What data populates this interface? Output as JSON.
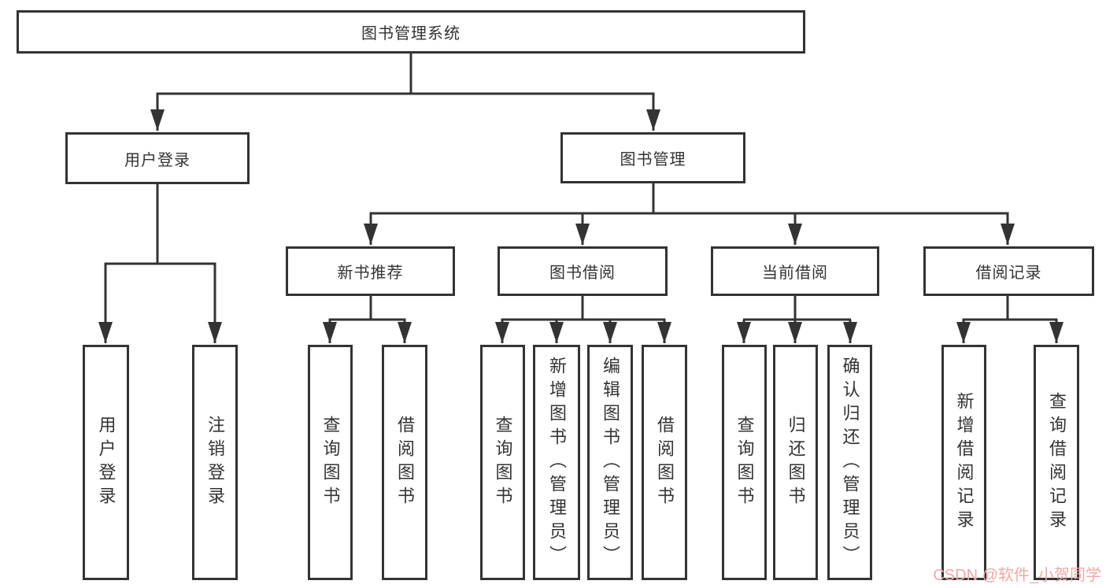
{
  "colors": {
    "line": "#333333",
    "box_background": "#ffffff",
    "watermark": "#f2a8a8"
  },
  "watermark": "CSDN @软件_小贺同学",
  "tree": {
    "root": {
      "label": "图书管理系统",
      "children": [
        {
          "label": "用户登录",
          "children": [
            {
              "label": "用户登录"
            },
            {
              "label": "注销登录"
            }
          ]
        },
        {
          "label": "图书管理",
          "children": [
            {
              "label": "新书推荐",
              "children": [
                {
                  "label": "查询图书"
                },
                {
                  "label": "借阅图书"
                }
              ]
            },
            {
              "label": "图书借阅",
              "children": [
                {
                  "label": "查询图书"
                },
                {
                  "label": "新增图书（管理员）"
                },
                {
                  "label": "编辑图书（管理员）"
                },
                {
                  "label": "借阅图书"
                }
              ]
            },
            {
              "label": "当前借阅",
              "children": [
                {
                  "label": "查询图书"
                },
                {
                  "label": "归还图书"
                },
                {
                  "label": "确认归还（管理员）"
                }
              ]
            },
            {
              "label": "借阅记录",
              "children": [
                {
                  "label": "新增借阅记录"
                },
                {
                  "label": "查询借阅记录"
                }
              ]
            }
          ]
        }
      ]
    }
  }
}
